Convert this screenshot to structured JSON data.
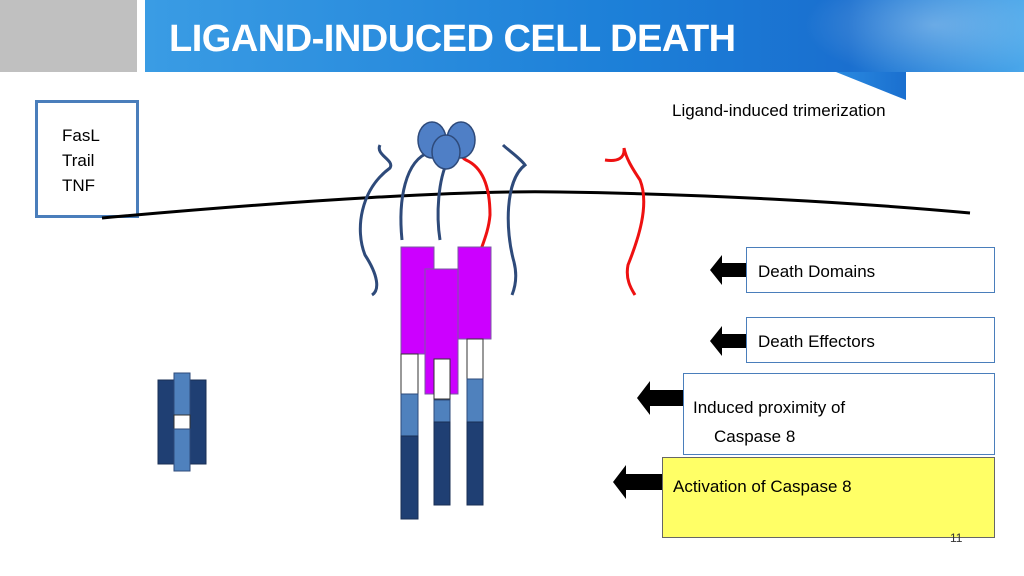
{
  "slide": {
    "title": "LIGAND-INDUCED CELL DEATH",
    "page_number": "11"
  },
  "ligands": {
    "items": [
      "FasL",
      "Trail",
      "TNF"
    ]
  },
  "trimerization_caption": "Ligand-induced trimerization",
  "annotations": [
    {
      "lines": [
        "Death Domains"
      ],
      "highlighted": false
    },
    {
      "lines": [
        "Death Effectors"
      ],
      "highlighted": false
    },
    {
      "lines": [
        "Induced proximity of",
        "Caspase 8"
      ],
      "highlighted": false
    },
    {
      "lines": [
        "Activation of Caspase 8"
      ],
      "highlighted": true
    }
  ],
  "colors": {
    "header_blue": "#1c7fd8",
    "receptor_blue": "#2e4a7a",
    "receptor_red": "#ee1111",
    "ligand_blue": "#4f7fc6",
    "death_domain_magenta": "#cc00ff",
    "caspase_light_blue": "#4f81bd",
    "caspase_dark_blue": "#1f3f73",
    "highlight_yellow": "#ffff66"
  }
}
